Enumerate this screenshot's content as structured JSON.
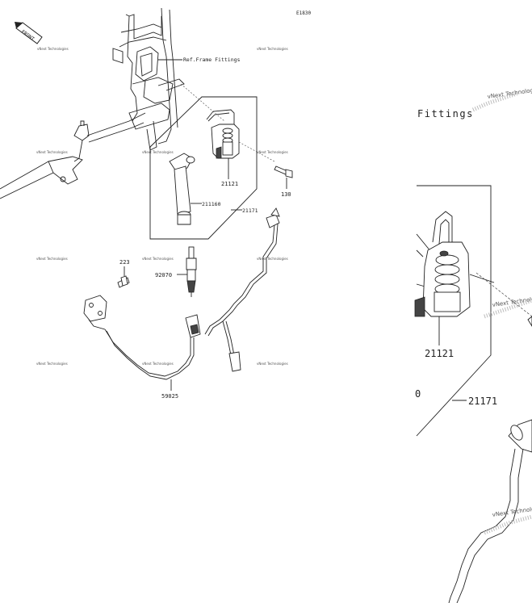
{
  "diagram": {
    "code": "E1830",
    "front_label": "FRONT",
    "ref_label": "Ref.Frame Fittings",
    "watermark": "vNext Technologies",
    "parts": [
      "21121",
      "130",
      "211160",
      "21171",
      "223",
      "92070",
      "59025"
    ]
  },
  "zoom": {
    "ref_fragment": "Fittings",
    "watermark": "vNext Technologies",
    "label_coil": "21121",
    "label_fragment": "0",
    "label_cable": "21171"
  }
}
